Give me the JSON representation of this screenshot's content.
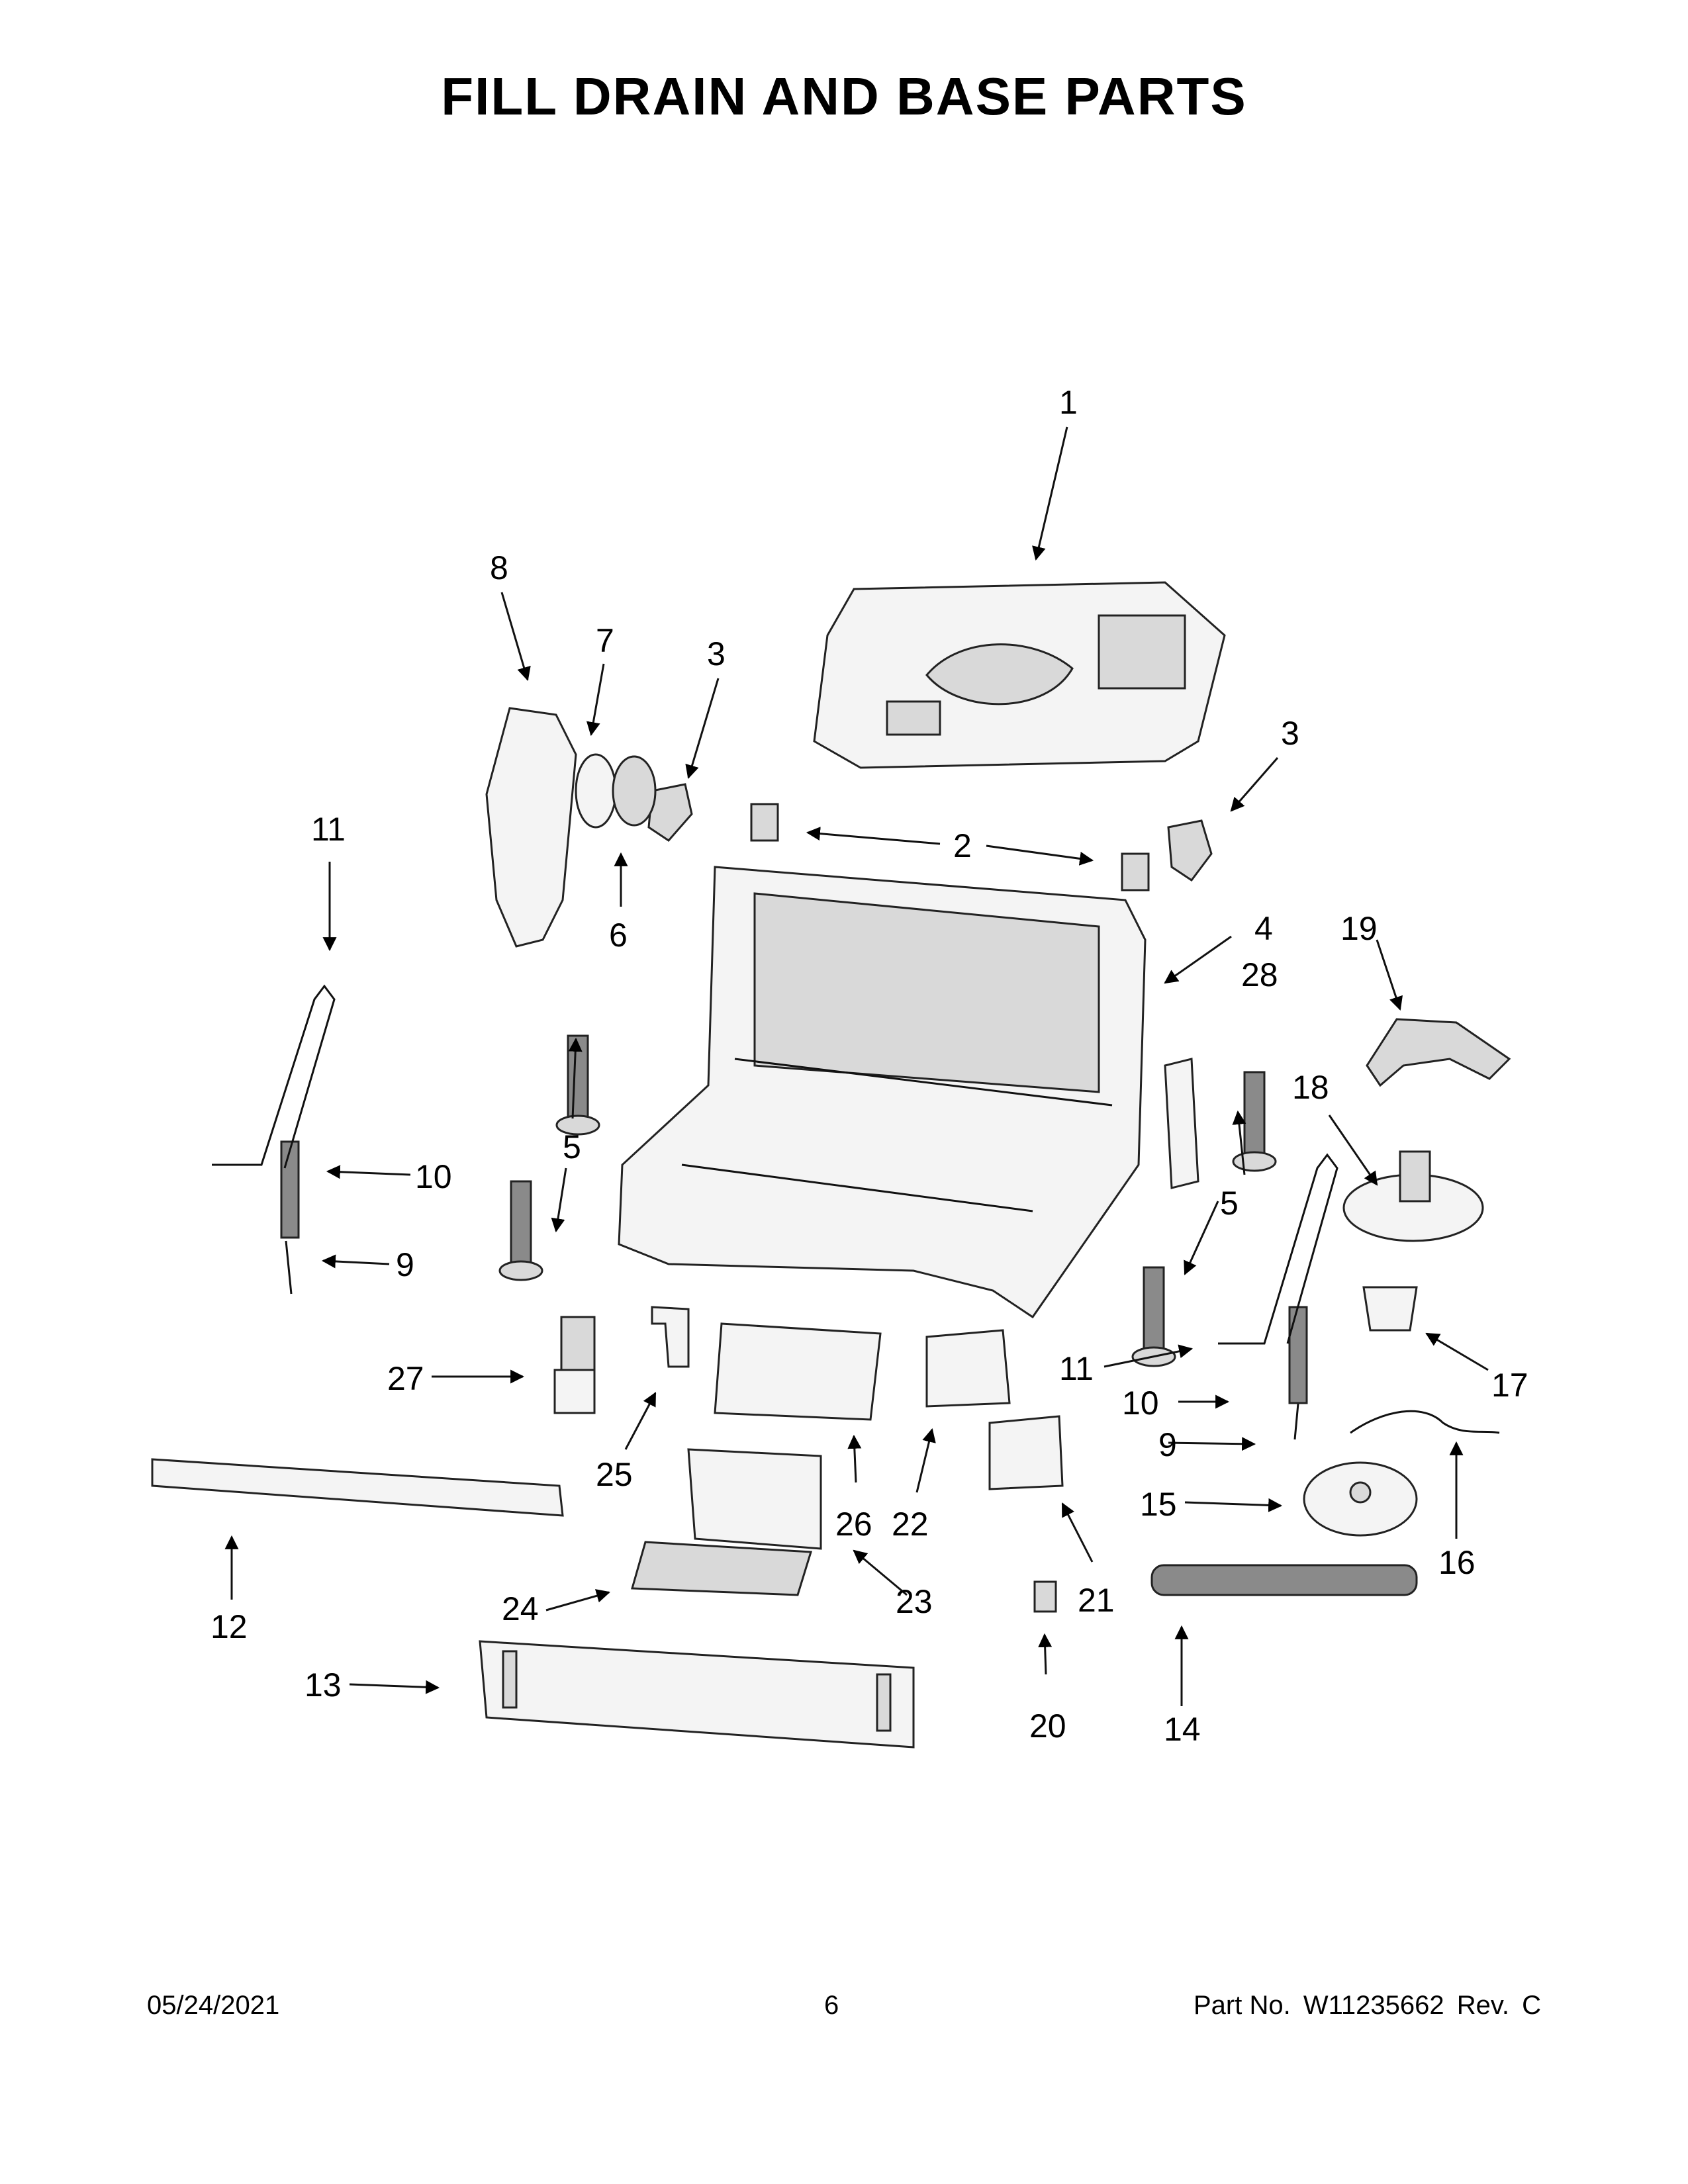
{
  "page": {
    "title": "FILL DRAIN AND BASE PARTS",
    "date": "05/24/2021",
    "page_number": "6",
    "part_no_label": "Part No.",
    "part_no": "W11235662",
    "rev_label": "Rev.",
    "rev": "C"
  },
  "callouts": {
    "c1": "1",
    "c2": "2",
    "c3a": "3",
    "c3b": "3",
    "c4": "4",
    "c5a": "5",
    "c5b": "5",
    "c6": "6",
    "c7": "7",
    "c8": "8",
    "c9a": "9",
    "c9b": "9",
    "c10a": "10",
    "c10b": "10",
    "c11a": "11",
    "c11b": "11",
    "c12": "12",
    "c13": "13",
    "c14": "14",
    "c15": "15",
    "c16": "16",
    "c17": "17",
    "c18": "18",
    "c19": "19",
    "c20": "20",
    "c21": "21",
    "c22": "22",
    "c23": "23",
    "c24": "24",
    "c25": "25",
    "c26": "26",
    "c27": "27",
    "c28": "28"
  }
}
